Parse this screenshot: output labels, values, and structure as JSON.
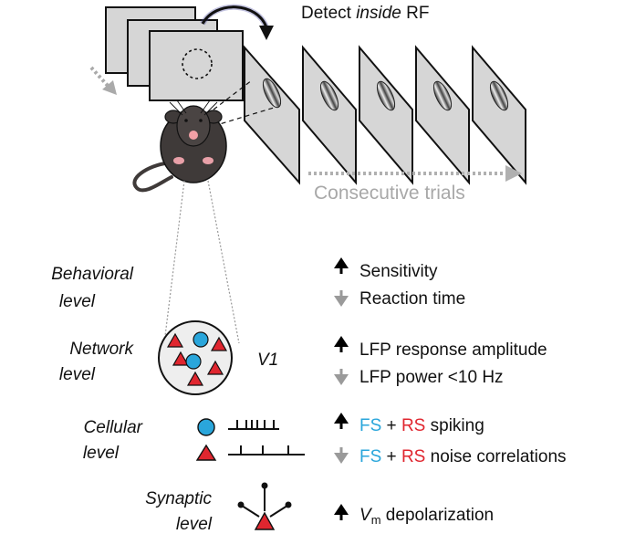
{
  "header": {
    "detect_prefix": "Detect ",
    "detect_italic": "inside",
    "detect_suffix": " RF"
  },
  "trials_label": "Consecutive trials",
  "v1_label": "V1",
  "levels": {
    "behavioral": [
      "Behavioral",
      "level"
    ],
    "network": [
      "Network",
      "level"
    ],
    "cellular": [
      "Cellular",
      "level"
    ],
    "synaptic": [
      "Synaptic",
      "level"
    ]
  },
  "effects": {
    "sensitivity": "Sensitivity",
    "reaction_time": "Reaction time",
    "lfp_amplitude": "LFP response amplitude",
    "lfp_power": "LFP power <10 Hz",
    "spiking": {
      "fs": "FS",
      "plus": " + ",
      "rs": "RS",
      "rest": " spiking"
    },
    "noise": {
      "fs": "FS",
      "plus": " + ",
      "rs": "RS",
      "rest": " noise correlations"
    },
    "vm": {
      "v": "V",
      "sub": "m",
      "rest": " depolarization"
    }
  },
  "colors": {
    "fs_blue": "#2aa6db",
    "rs_red": "#e0262f",
    "arrow_up": "#000000",
    "arrow_down": "#9a9a9a",
    "trial_arrow": "#b0b0b0",
    "mouse_body": "#3f3a39"
  }
}
